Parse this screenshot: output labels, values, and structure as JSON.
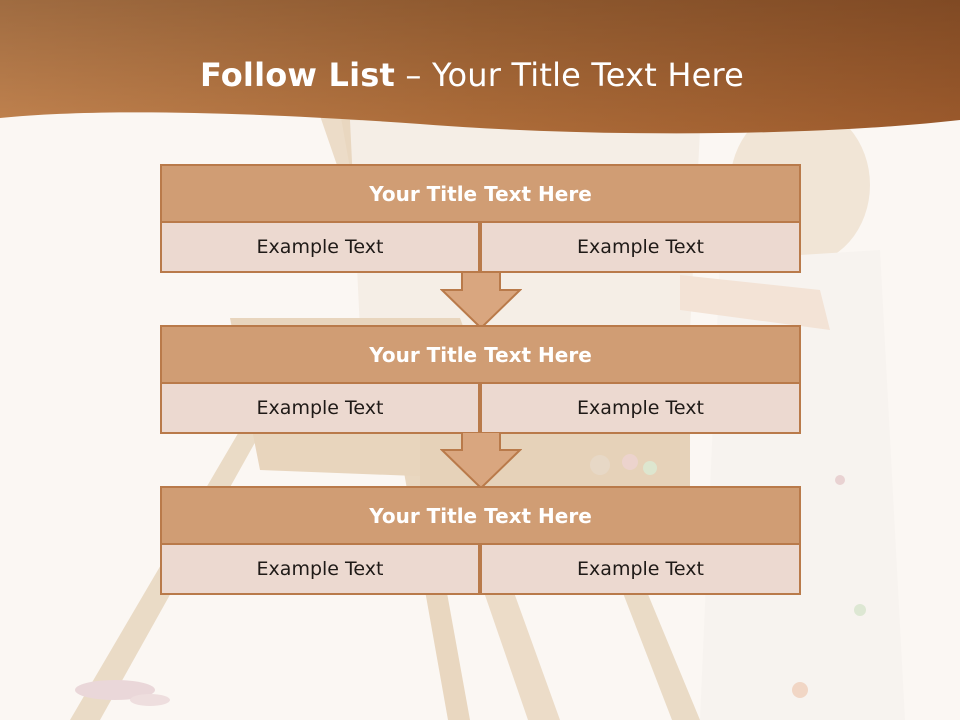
{
  "slide": {
    "title_main": "Follow List",
    "title_separator": " – ",
    "title_sub": "Your Title Text Here"
  },
  "steps": [
    {
      "title": "Your Title Text Here",
      "left": "Example Text",
      "right": "Example Text"
    },
    {
      "title": "Your Title Text Here",
      "left": "Example Text",
      "right": "Example Text"
    },
    {
      "title": "Your Title Text Here",
      "left": "Example Text",
      "right": "Example Text"
    }
  ],
  "colors": {
    "header_band": "#b26f3a",
    "block_header_fill": "#d09d74",
    "block_cell_fill": "#ecd9d0",
    "block_border": "#b97a4a",
    "arrow_fill": "#d9a67f"
  }
}
